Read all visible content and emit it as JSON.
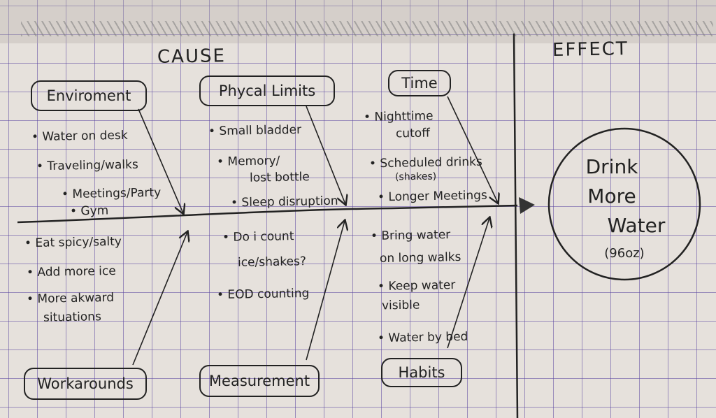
{
  "headings": {
    "cause": "CAUSE",
    "effect": "EFFECT"
  },
  "categories": [
    {
      "label": "Enviroment",
      "items": [
        "• Water on desk",
        "• Traveling/walks",
        "• Meetings/Party",
        "• Gym"
      ]
    },
    {
      "label": "Phycal Limits",
      "items": [
        "• Small bladder",
        "• Memory/",
        "lost bottle",
        "• Sleep disruption"
      ]
    },
    {
      "label": "Time",
      "items": [
        "• Nighttime",
        "cutoff",
        "• Scheduled drinks",
        "(shakes)",
        "• Longer Meetings"
      ]
    },
    {
      "label": "Workarounds",
      "items": [
        "• Eat spicy/salty",
        "• Add more ice",
        "• More akward",
        "situations"
      ]
    },
    {
      "label": "Measurement",
      "items": [
        "• Do i count",
        "ice/shakes?",
        "• EOD counting"
      ]
    },
    {
      "label": "Habits",
      "items": [
        "• Bring water",
        "on long walks",
        "• Keep water",
        "visible",
        "• Water by bed"
      ]
    }
  ],
  "effect": {
    "line1": "Drink",
    "line2": "More",
    "line3": "Water",
    "note": "(96oz)"
  }
}
